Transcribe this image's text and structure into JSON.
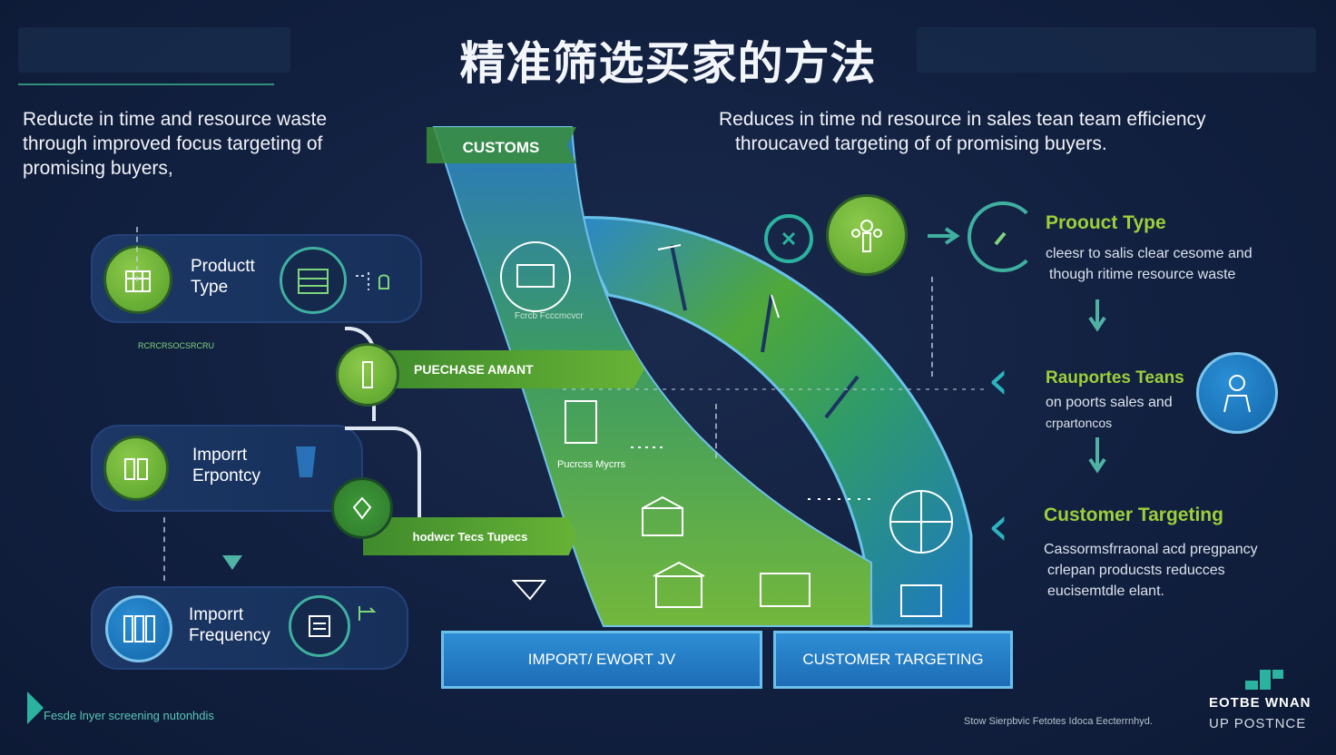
{
  "title": "精准筛选买家的方法",
  "intro_left": [
    "Reducte in time and resource waste",
    "through improved focus targeting of",
    "promising buyers,"
  ],
  "intro_right": [
    "Reduces in time nd resource in sales tean team efficiency",
    "throucaved targeting of of promising buyers."
  ],
  "ribbon": {
    "top_label": "CUSTOMS",
    "small_label": "Fcrcb Fcccmcvcr",
    "mid_label": "Pucrcss Mycrrs"
  },
  "left_cards": [
    {
      "label_1": "Productt",
      "label_2": "Type"
    },
    {
      "label_1": "Imporrt",
      "label_2": "Erpontcy"
    },
    {
      "label_1": "Imporrt",
      "label_2": "Frequency"
    }
  ],
  "left_small_caption": "RCRCRSOCSRCRU",
  "banners": {
    "purchase": "PUECHASE AMANT",
    "product": "hodwcr Tecs Tupecs"
  },
  "base": {
    "left": "IMPORT/ EWORT JV",
    "right": "CUSTOMER TARGETING"
  },
  "right_steps": [
    {
      "heading": "Proouct Type",
      "lines": [
        "cleesr to salis clear cesome and",
        "though ritime resource waste"
      ]
    },
    {
      "heading": "Rauportes Teans",
      "lines": [
        "on poorts sales and",
        "crpartoncos"
      ]
    },
    {
      "heading": "Customer Targeting",
      "lines": [
        "Cassormsfrraonal acd pregpancy",
        "crlepan producsts reducces",
        "eucisemtdle elant."
      ]
    }
  ],
  "footer": {
    "left": "Fesde lnyer screening nutonhdis",
    "credit": "Stow Sierpbvic Fetotes Idoca Eecterrnhyd.",
    "brand_1": "EOTBE WNAN",
    "brand_2": "UP POSTNCE"
  },
  "colors": {
    "background": "#122040",
    "green": "#67b336",
    "blue": "#1d6db6",
    "teal": "#2bb3c0",
    "accent_text": "#9ccf3a"
  }
}
